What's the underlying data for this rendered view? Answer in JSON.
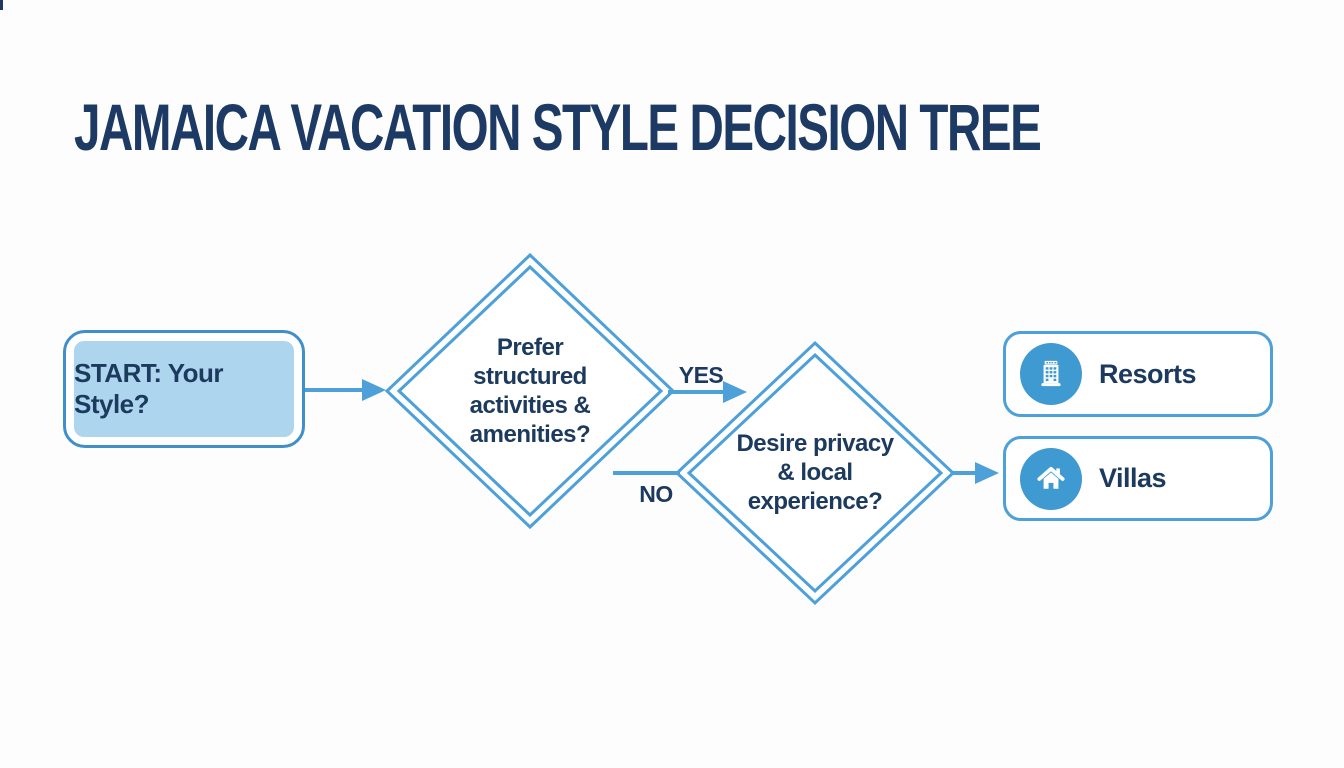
{
  "title": "JAMAICA VACATION STYLE DECISION TREE",
  "start": {
    "label": "START: Your Style?"
  },
  "decisions": {
    "d1": {
      "lines": [
        "Prefer",
        "structured",
        "activities &",
        "amenities?"
      ]
    },
    "d2": {
      "lines": [
        "Desire privacy",
        "& local",
        "experience?"
      ]
    }
  },
  "edges": {
    "yes": "YES",
    "no": "NO"
  },
  "results": {
    "resorts": {
      "label": "Resorts",
      "icon": "building-icon"
    },
    "villas": {
      "label": "Villas",
      "icon": "house-icon"
    }
  },
  "colors": {
    "line_blue": "#4da0d8",
    "node_border_blue": "#3f8fc9",
    "node_fill_light_blue": "#aed5ee",
    "text_navy": "#1c3a5e",
    "title_navy": "#1c3a63",
    "icon_circle_blue": "#3f9ad2"
  }
}
